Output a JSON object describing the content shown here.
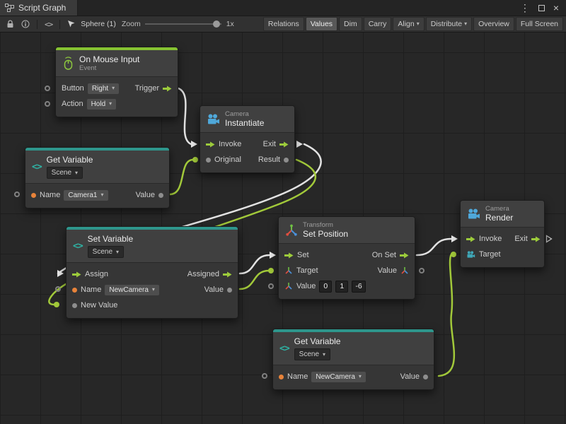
{
  "window": {
    "tab": "Script Graph"
  },
  "icons": {
    "kebab": "⋮",
    "close": "×",
    "caret": "▾",
    "code": "<>",
    "variable": "<>"
  },
  "toolbar": {
    "selection": "Sphere (1)",
    "zoom_label": "Zoom",
    "zoom_value": "1x",
    "buttons": [
      {
        "label": "Relations",
        "active": false
      },
      {
        "label": "Values",
        "active": true
      },
      {
        "label": "Dim",
        "active": false
      },
      {
        "label": "Carry",
        "active": false
      },
      {
        "label": "Align",
        "dropdown": true
      },
      {
        "label": "Distribute",
        "dropdown": true
      },
      {
        "label": "Overview",
        "active": false
      },
      {
        "label": "Full Screen",
        "active": false
      }
    ]
  },
  "nodes": {
    "on_mouse_input": {
      "title": "On Mouse Input",
      "subtitle": "Event",
      "button_label": "Button",
      "button_value": "Right",
      "trigger_label": "Trigger",
      "action_label": "Action",
      "action_value": "Hold"
    },
    "instantiate": {
      "category": "Camera",
      "title": "Instantiate",
      "invoke": "Invoke",
      "exit": "Exit",
      "original": "Original",
      "result": "Result"
    },
    "get_variable_top": {
      "title": "Get Variable",
      "kind": "Scene",
      "name_label": "Name",
      "name_value": "Camera1",
      "value_label": "Value"
    },
    "set_variable": {
      "title": "Set Variable",
      "kind": "Scene",
      "assign": "Assign",
      "assigned": "Assigned",
      "name_label": "Name",
      "name_value": "NewCamera",
      "value_label": "Value",
      "new_value_label": "New Value"
    },
    "set_position": {
      "category": "Transform",
      "title": "Set Position",
      "set": "Set",
      "on_set": "On Set",
      "target": "Target",
      "value_in": "Value",
      "value_out": "Value",
      "x": "0",
      "y": "1",
      "z": "-6"
    },
    "render": {
      "category": "Camera",
      "title": "Render",
      "invoke": "Invoke",
      "exit": "Exit",
      "target": "Target"
    },
    "get_variable_bottom": {
      "title": "Get Variable",
      "kind": "Scene",
      "name_label": "Name",
      "name_value": "NewCamera",
      "value_label": "Value"
    }
  }
}
